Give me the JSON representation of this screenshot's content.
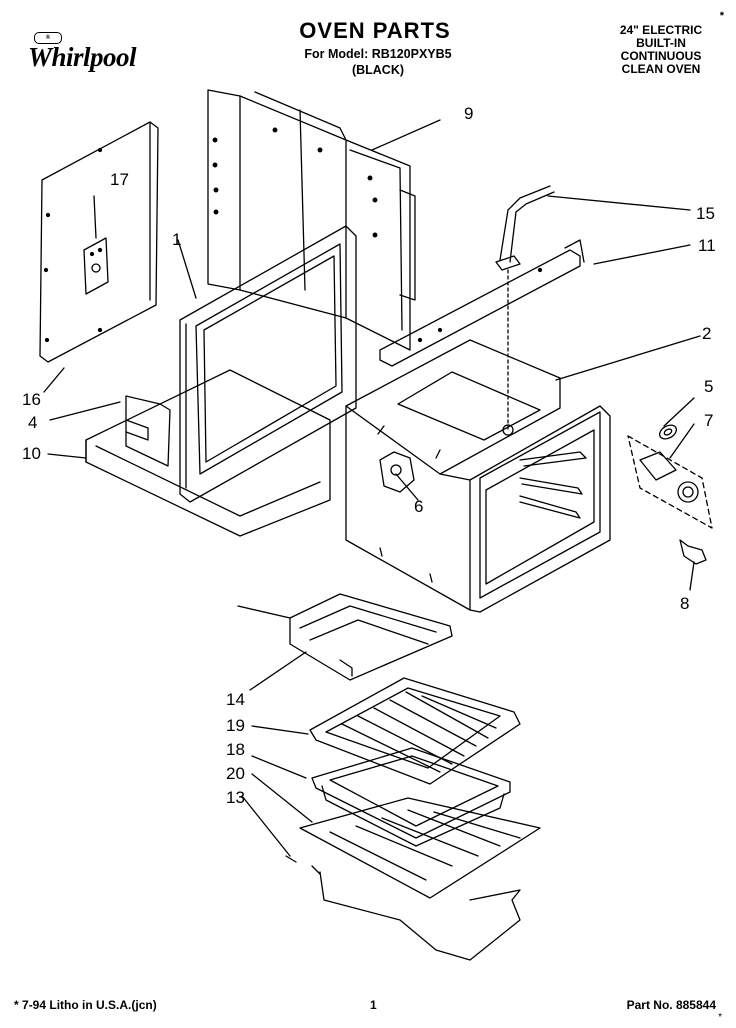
{
  "header": {
    "brand": "Whirlpool",
    "title": "OVEN PARTS",
    "model_line": "For Model: RB120PXYB5",
    "color_line": "(BLACK)",
    "spec_lines": [
      "24\" ELECTRIC",
      "BUILT-IN",
      "CONTINUOUS",
      "CLEAN OVEN"
    ],
    "star": "*"
  },
  "callouts": [
    {
      "id": "c1",
      "label": "1"
    },
    {
      "id": "c2",
      "label": "2"
    },
    {
      "id": "c4",
      "label": "4"
    },
    {
      "id": "c5",
      "label": "5"
    },
    {
      "id": "c6",
      "label": "6"
    },
    {
      "id": "c7",
      "label": "7"
    },
    {
      "id": "c8",
      "label": "8"
    },
    {
      "id": "c9",
      "label": "9"
    },
    {
      "id": "c10",
      "label": "10"
    },
    {
      "id": "c11",
      "label": "11"
    },
    {
      "id": "c13",
      "label": "13"
    },
    {
      "id": "c14",
      "label": "14"
    },
    {
      "id": "c15",
      "label": "15"
    },
    {
      "id": "c16",
      "label": "16"
    },
    {
      "id": "c17",
      "label": "17"
    },
    {
      "id": "c18",
      "label": "18"
    },
    {
      "id": "c19",
      "label": "19"
    },
    {
      "id": "c20",
      "label": "20"
    }
  ],
  "footer": {
    "litho": "7-94 Litho in U.S.A.(jcn)",
    "page": "1",
    "part_no": "Part No. 885844",
    "litho_mark": "*",
    "corner_mark": "*"
  }
}
